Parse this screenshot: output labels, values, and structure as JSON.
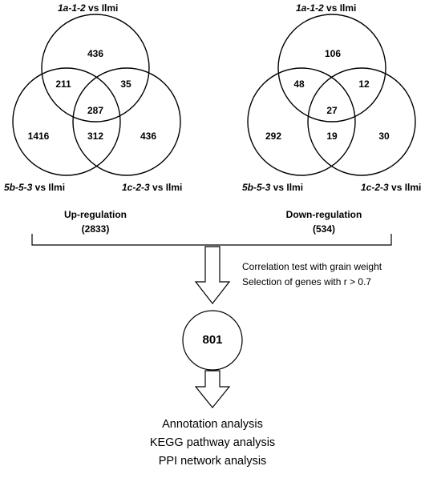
{
  "venn_up": {
    "label_top": {
      "genotype": "1a-1-2",
      "suffix": " vs Ilmi"
    },
    "label_left": {
      "genotype": "5b-5-3",
      "suffix": " vs Ilmi"
    },
    "label_right": {
      "genotype": "1c-2-3",
      "suffix": " vs Ilmi"
    },
    "counts": {
      "top_only": "436",
      "top_left": "211",
      "top_right": "35",
      "all": "287",
      "left_only": "1416",
      "left_right": "312",
      "right_only": "436"
    },
    "caption": "Up-regulation",
    "total": "(2833)"
  },
  "venn_down": {
    "label_top": {
      "genotype": "1a-1-2",
      "suffix": " vs Ilmi"
    },
    "label_left": {
      "genotype": "5b-5-3",
      "suffix": " vs Ilmi"
    },
    "label_right": {
      "genotype": "1c-2-3",
      "suffix": " vs Ilmi"
    },
    "counts": {
      "top_only": "106",
      "top_left": "48",
      "top_right": "12",
      "all": "27",
      "left_only": "292",
      "left_right": "19",
      "right_only": "30"
    },
    "caption": "Down-regulation",
    "total": "(534)"
  },
  "filter_notes": [
    "Correlation test with  grain weight",
    "Selection of genes with  r > 0.7"
  ],
  "center_count": "801",
  "analyses": [
    "Annotation analysis",
    "KEGG pathway analysis",
    "PPI network analysis"
  ]
}
